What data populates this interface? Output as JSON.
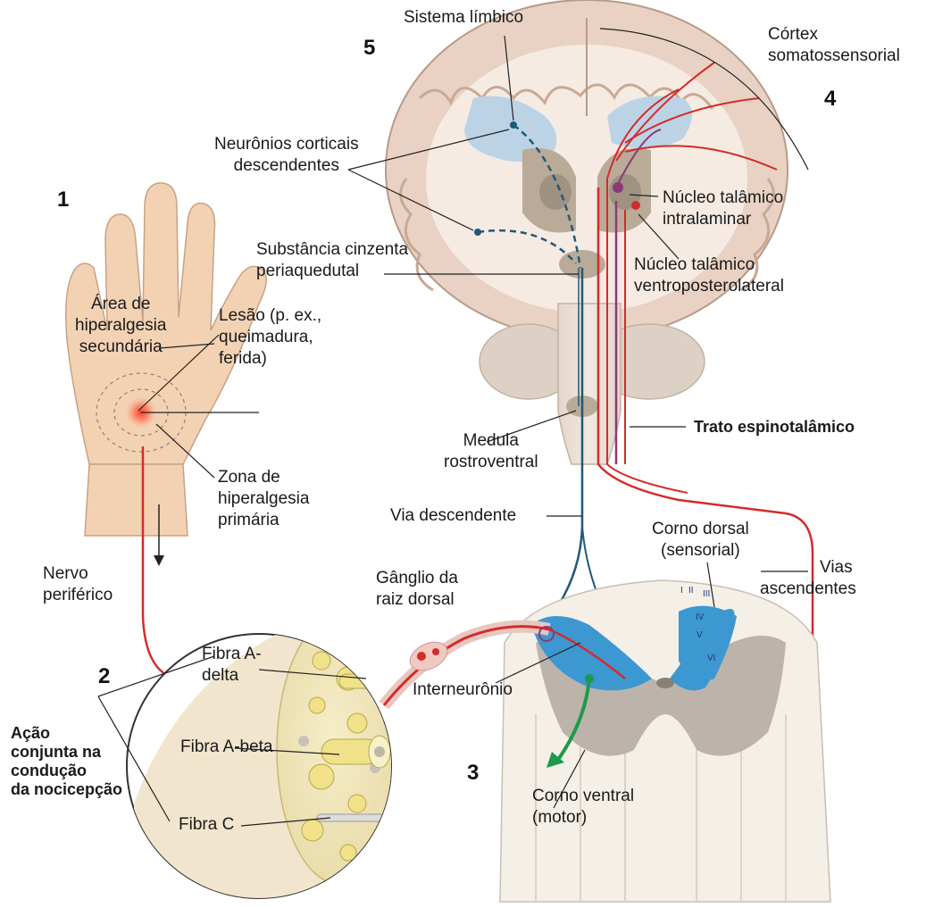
{
  "step_numbers": {
    "n1": "1",
    "n2": "2",
    "n3": "3",
    "n4": "4",
    "n5": "5"
  },
  "labels": {
    "sistema_limbico": "Sistema límbico",
    "cortex": [
      "Córtex",
      "somatossensorial"
    ],
    "neuronios": [
      "Neurônios corticais",
      "descendentes"
    ],
    "nucleo_intralaminar": [
      "Núcleo talâmico",
      "intralaminar"
    ],
    "substancia": [
      "Substância cinzenta",
      "periaquedutal"
    ],
    "nucleo_vpl": [
      "Núcleo talâmico",
      "ventroposterolateral"
    ],
    "area_hiperalgesia": [
      "Área de",
      "hiperalgesia",
      "secundária"
    ],
    "lesao": [
      "Lesão (p. ex.,",
      "queimadura,",
      "ferida)"
    ],
    "zona": [
      "Zona de",
      "hiperalgesia",
      "primária"
    ],
    "medula": [
      "Medula",
      "rostroventral"
    ],
    "trato": "Trato espinotalâmico",
    "via_descendente": "Via descendente",
    "corno_dorsal": [
      "Corno dorsal",
      "(sensorial)"
    ],
    "vias_ascendentes": [
      "Vias",
      "ascendentes"
    ],
    "nervo": [
      "Nervo",
      "periférico"
    ],
    "ganglio": [
      "Gânglio da",
      "raiz dorsal"
    ],
    "fibra_a_delta": [
      "Fibra A-",
      "delta"
    ],
    "fibra_a_beta": "Fibra A-beta",
    "fibra_c": "Fibra C",
    "interneuronio": "Interneurônio",
    "acao": [
      "Ação",
      "conjunta na",
      "condução",
      "da nocicepção"
    ],
    "corno_ventral": [
      "Corno ventral",
      "(motor)"
    ]
  },
  "laminae": [
    "I",
    "II",
    "III",
    "IV",
    "V",
    "VI"
  ],
  "colors": {
    "skin": "#f3d2b4",
    "brain_outer": "#e9d2c3",
    "brain_inner": "#f5ebe3",
    "limbic": "#bcd3e6",
    "thalamus": "#b9ab98",
    "ascending": "#d42b2b",
    "descending": "#1f5a78",
    "dorsal_horn": "#3d97d1",
    "nerve_yellow": "#f1e289",
    "motor_arrow": "#1e9a4a"
  }
}
